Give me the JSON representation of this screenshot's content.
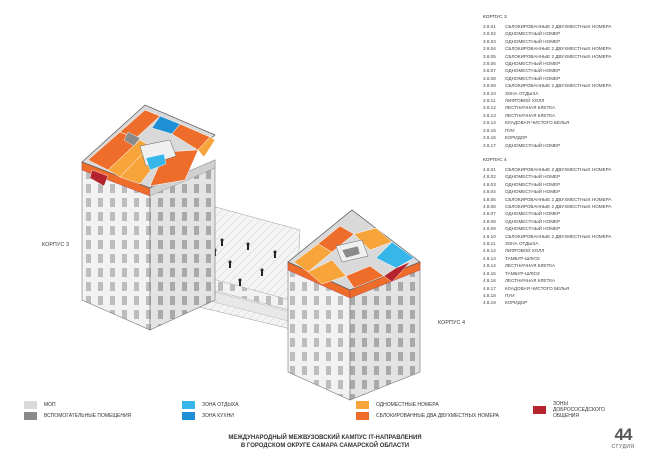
{
  "colors": {
    "mop": "#d9d9d9",
    "aux": "#8a8a8a",
    "rest": "#37b6e9",
    "kitchen": "#1f8fd6",
    "single": "#f7a43b",
    "double": "#ee6d2a",
    "good_neighbor": "#b5242e"
  },
  "building3": {
    "label": "КОРПУС 3",
    "rooms": [
      {
        "code": "3.8.01",
        "name": "СБЛОКИРОВАННЫЕ 2 ДВУХМЕСТНЫХ НОМЕРА"
      },
      {
        "code": "3.8.02",
        "name": "ОДНОМЕСТНЫЙ НОМЕР"
      },
      {
        "code": "3.8.03",
        "name": "ОДНОМЕСТНЫЙ НОМЕР"
      },
      {
        "code": "3.8.04",
        "name": "СБЛОКИРОВАННЫЕ 2 ДВУХМЕСТНЫХ НОМЕРА"
      },
      {
        "code": "3.8.05",
        "name": "СБЛОКИРОВАННЫЕ 2 ДВУХМЕСТНЫХ НОМЕРА"
      },
      {
        "code": "3.8.06",
        "name": "ОДНОМЕСТНЫЙ НОМЕР"
      },
      {
        "code": "3.8.07",
        "name": "ОДНОМЕСТНЫЙ НОМЕР"
      },
      {
        "code": "3.8.08",
        "name": "ОДНОМЕСТНЫЙ НОМЕР"
      },
      {
        "code": "3.8.09",
        "name": "СБЛОКИРОВАННЫЕ 2 ДВУХМЕСТНЫХ НОМЕРА"
      },
      {
        "code": "3.8.10",
        "name": "ЗОНА ОТДЫХА"
      },
      {
        "code": "3.8.11",
        "name": "ЛИФТОВОЙ ХОЛЛ"
      },
      {
        "code": "3.8.12",
        "name": "ЛЕСТНИЧНАЯ КЛЕТКА"
      },
      {
        "code": "3.8.13",
        "name": "ЛЕСТНИЧНАЯ КЛЕТКА"
      },
      {
        "code": "3.8.14",
        "name": "КЛАДОВАЯ ЧИСТОГО БЕЛЬЯ"
      },
      {
        "code": "3.8.15",
        "name": "ПУИ"
      },
      {
        "code": "3.8.16",
        "name": "КОРИДОР"
      },
      {
        "code": "3.8.17",
        "name": "ОДНОМЕСТНЫЙ НОМЕР"
      }
    ]
  },
  "building4": {
    "label": "КОРПУС 4",
    "rooms": [
      {
        "code": "4.8.01",
        "name": "СБЛОКИРОВАННЫЕ 2 ДВУХМЕСТНЫХ НОМЕРА"
      },
      {
        "code": "4.8.02",
        "name": "ОДНОМЕСТНЫЙ НОМЕР"
      },
      {
        "code": "4.8.03",
        "name": "ОДНОМЕСТНЫЙ НОМЕР"
      },
      {
        "code": "4.8.04",
        "name": "ОДНОМЕСТНЫЙ НОМЕР"
      },
      {
        "code": "4.8.05",
        "name": "СБЛОКИРОВАННЫЕ 2 ДВУХМЕСТНЫХ НОМЕРА"
      },
      {
        "code": "4.8.06",
        "name": "СБЛОКИРОВАННЫЕ 2 ДВУХМЕСТНЫХ НОМЕРА"
      },
      {
        "code": "4.8.07",
        "name": "ОДНОМЕСТНЫЙ НОМЕР"
      },
      {
        "code": "4.8.08",
        "name": "ОДНОМЕСТНЫЙ НОМЕР"
      },
      {
        "code": "4.8.09",
        "name": "ОДНОМЕСТНЫЙ НОМЕР"
      },
      {
        "code": "4.8.10",
        "name": "СБЛОКИРОВАННЫЕ 2 ДВУХМЕСТНЫХ НОМЕРА"
      },
      {
        "code": "4.8.11",
        "name": "ЗОНА ОТДЫХА"
      },
      {
        "code": "4.8.12",
        "name": "ЛИФТОВОЙ ХОЛЛ"
      },
      {
        "code": "4.8.13",
        "name": "ТАМБУР-ШЛЮЗ"
      },
      {
        "code": "4.8.14",
        "name": "ЛЕСТНИЧНАЯ КЛЕТКА"
      },
      {
        "code": "4.8.15",
        "name": "ТАМБУР-ШЛЮЗ"
      },
      {
        "code": "4.8.16",
        "name": "ЛЕСТНИЧНАЯ КЛЕТКА"
      },
      {
        "code": "4.8.17",
        "name": "КЛАДОВАЯ ЧИСТОГО БЕЛЬЯ"
      },
      {
        "code": "4.8.18",
        "name": "ПУИ"
      },
      {
        "code": "4.8.19",
        "name": "КОРИДОР"
      }
    ]
  },
  "legend": [
    {
      "key": "mop",
      "label": "МОП"
    },
    {
      "key": "aux",
      "label": "ВСПОМОГАТЕЛЬНЫЕ ПОМЕЩЕНИЯ"
    },
    {
      "key": "rest",
      "label": "ЗОНА ОТДЫХА"
    },
    {
      "key": "kitchen",
      "label": "ЗОНА КУХНИ"
    },
    {
      "key": "single",
      "label": "ОДНОМЕСТНЫЕ НОМЕРА"
    },
    {
      "key": "double",
      "label": "СБЛОКИРОВАННЫЕ ДВА ДВУХМЕСТНЫХ НОМЕРА"
    },
    {
      "key": "good_neighbor",
      "label": "ЗОНЫ ДОБРОСОСЕДСКОГО ОБЩЕНИЯ"
    }
  ],
  "title": {
    "line1": "МЕЖДУНАРОДНЫЙ МЕЖВУЗОВСКИЙ КАМПУС IT-НАПРАВЛЕНИЯ",
    "line2": "В ГОРОДСКОМ ОКРУГЕ САМАРА САМАРСКОЙ ОБЛАСТИ"
  },
  "logo": {
    "digits": "44",
    "caption": "СТУДИЯ"
  }
}
